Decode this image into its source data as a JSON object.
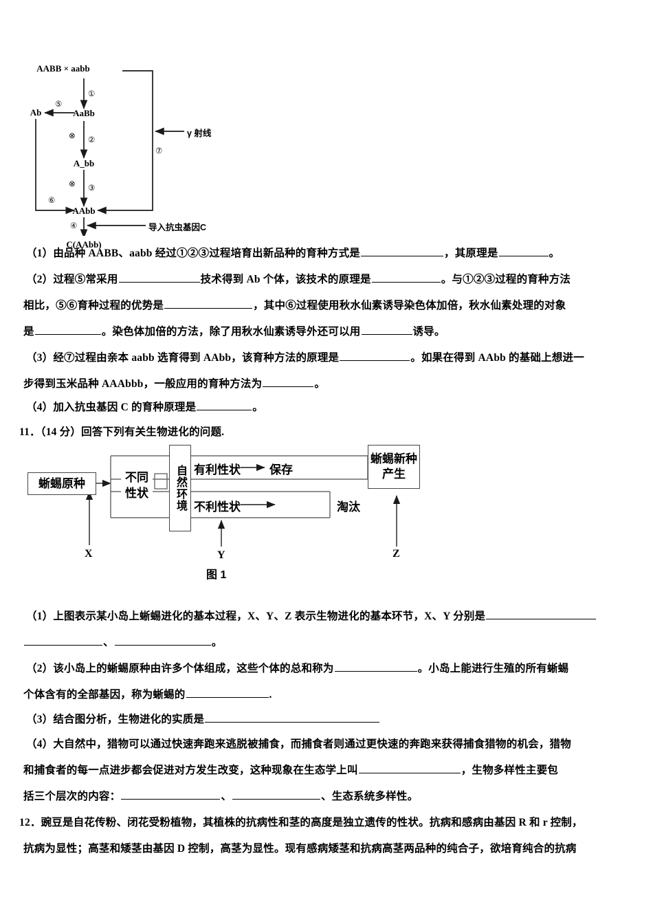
{
  "document": {
    "diagram_breeding": {
      "nodes": {
        "parents": "AABB ×  aabb",
        "f1": "AaBb",
        "ab_haploid": "Ab",
        "a_bb": "A_bb",
        "aabb_target": "AAbb",
        "product": "C(AAbb)"
      },
      "step_labels": {
        "s1": "①",
        "s2": "②",
        "s3": "③",
        "s4": "④",
        "s5": "⑤",
        "s6": "⑥",
        "s7": "⑦"
      },
      "self_cross_symbol": "⊗",
      "annotations": {
        "gamma_ray": "γ 射线",
        "insert_gene": "导入抗虫基因C"
      }
    },
    "q10_parts": [
      {
        "id": "q10-1",
        "lines": [
          "（1）由品种 AABB、aabb 经过①②③过程培育出新品种的育种方式是",
          "，其原理是",
          "。"
        ]
      },
      {
        "id": "q10-2",
        "lines": [
          "（2）过程⑤常采用",
          "技术得到 Ab 个体，该技术的原理是",
          "。与①②③过程的育种方法"
        ]
      }
    ],
    "text_blocks": {
      "l1_a": "（1）由品种 AABB、aabb 经过①②③过程培育出新品种的育种方式是",
      "l1_b": "，其原理是",
      "l1_c": "。",
      "l2_a": "（2）过程⑤常采用",
      "l2_b": "技术得到 Ab 个体，该技术的原理是",
      "l2_c": "。与①②③过程的育种方法",
      "l3_a": "相比，⑤⑥育种过程的优势是",
      "l3_b": "，其中⑥过程使用秋水仙素诱导染色体加倍，秋水仙素处理的对象",
      "l4_a": "是",
      "l4_b": "。染色体加倍的方法，除了用秋水仙素诱导外还可以用",
      "l4_c": "诱导。",
      "l5_a": "（3）经⑦过程由亲本 aabb 选育得到 AAbb，该育种方法的原理是",
      "l5_b": "。如果在得到 AAbb 的基础上想进一",
      "l6_a": "步得到玉米品种 AAAbbb，一般应用的育种方法为",
      "l6_b": "。",
      "l7_a": "（4）加入抗虫基因 C 的育种原理是",
      "l7_b": "。",
      "q11_head": "11．（14 分）回答下列有关生物进化的问题.",
      "l8_a": "（1）上图表示某小岛上蜥蜴进化的基本过程，X、Y、Z 表示生物进化的基本环节，X、Y 分别是",
      "l9_a": "",
      "l9_b": "、",
      "l9_c": "。",
      "l10_a": "（2）该小岛上的蜥蜴原种由许多个体组成，这些个体的总和称为",
      "l10_b": "。小岛上能进行生殖的所有蜥蜴",
      "l11_a": "个体含有的全部基因，称为蜥蜴的",
      "l11_b": ".",
      "l12_a": "（3）结合图分析，生物进化的实质是",
      "l13_a": "（4）大自然中，猎物可以通过快速奔跑来逃脱被捕食，而捕食者则通过更快速的奔跑来获得捕食猎物的机会，猎物",
      "l14_a": "和捕食者的每一点进步都会促进对方发生改变，这种现象在生态学上叫",
      "l14_b": "，生物多样性主要包",
      "l15_a": "括三个层次的内容：",
      "l15_b": "、",
      "l15_c": "、生态系统多样性。",
      "l16_a": "12．豌豆是自花传粉、闭花受粉植物，其植株的抗病性和茎的高度是独立遗传的性状。抗病和感病由基因 R 和 r 控制，",
      "l17_a": "抗病为显性；高茎和矮茎由基因 D 控制，高茎为显性。现有感病矮茎和抗病高茎两品种的纯合子，欲培育纯合的抗病"
    },
    "diagram_evolution": {
      "boxes": {
        "original_species": "蜥蜴原种",
        "different_traits": "不同性状",
        "natural_environment": "自然环境",
        "new_species": "蜥蜴新种产生"
      },
      "texts": {
        "favorable_trait": "有利性状",
        "preserve": "保存",
        "unfavorable_trait": "不利性状",
        "eliminate": "淘汰"
      },
      "labels": {
        "x": "X",
        "y": "Y",
        "z": "Z"
      },
      "caption": "图 1"
    }
  }
}
